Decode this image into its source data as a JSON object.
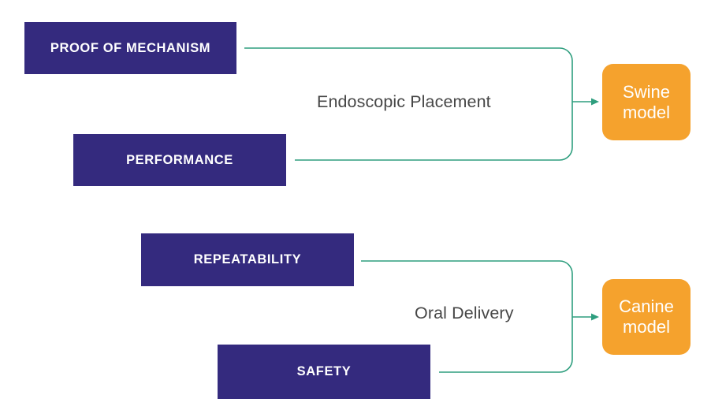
{
  "diagram": {
    "title_present": false,
    "background_color": "#ffffff",
    "colors": {
      "stage_box": "#342a7e",
      "stage_box_text": "#ffffff",
      "model_box": "#f5a22d",
      "model_box_text": "#ffffff",
      "connector": "#2e9e7e",
      "edge_label_text": "#474747"
    },
    "groups": [
      {
        "id": "swine-group",
        "inputs": [
          {
            "id": "proof-of-mechanism",
            "label": "PROOF OF MECHANISM"
          },
          {
            "id": "performance",
            "label": "PERFORMANCE"
          }
        ],
        "edge_label": "Endoscopic Placement",
        "output": {
          "id": "swine-model",
          "line1": "Swine",
          "line2": "model"
        }
      },
      {
        "id": "canine-group",
        "inputs": [
          {
            "id": "repeatability",
            "label": "REPEATABILITY"
          },
          {
            "id": "safety",
            "label": "SAFETY"
          }
        ],
        "edge_label": "Oral Delivery",
        "output": {
          "id": "canine-model",
          "line1": "Canine",
          "line2": "model"
        }
      }
    ]
  }
}
